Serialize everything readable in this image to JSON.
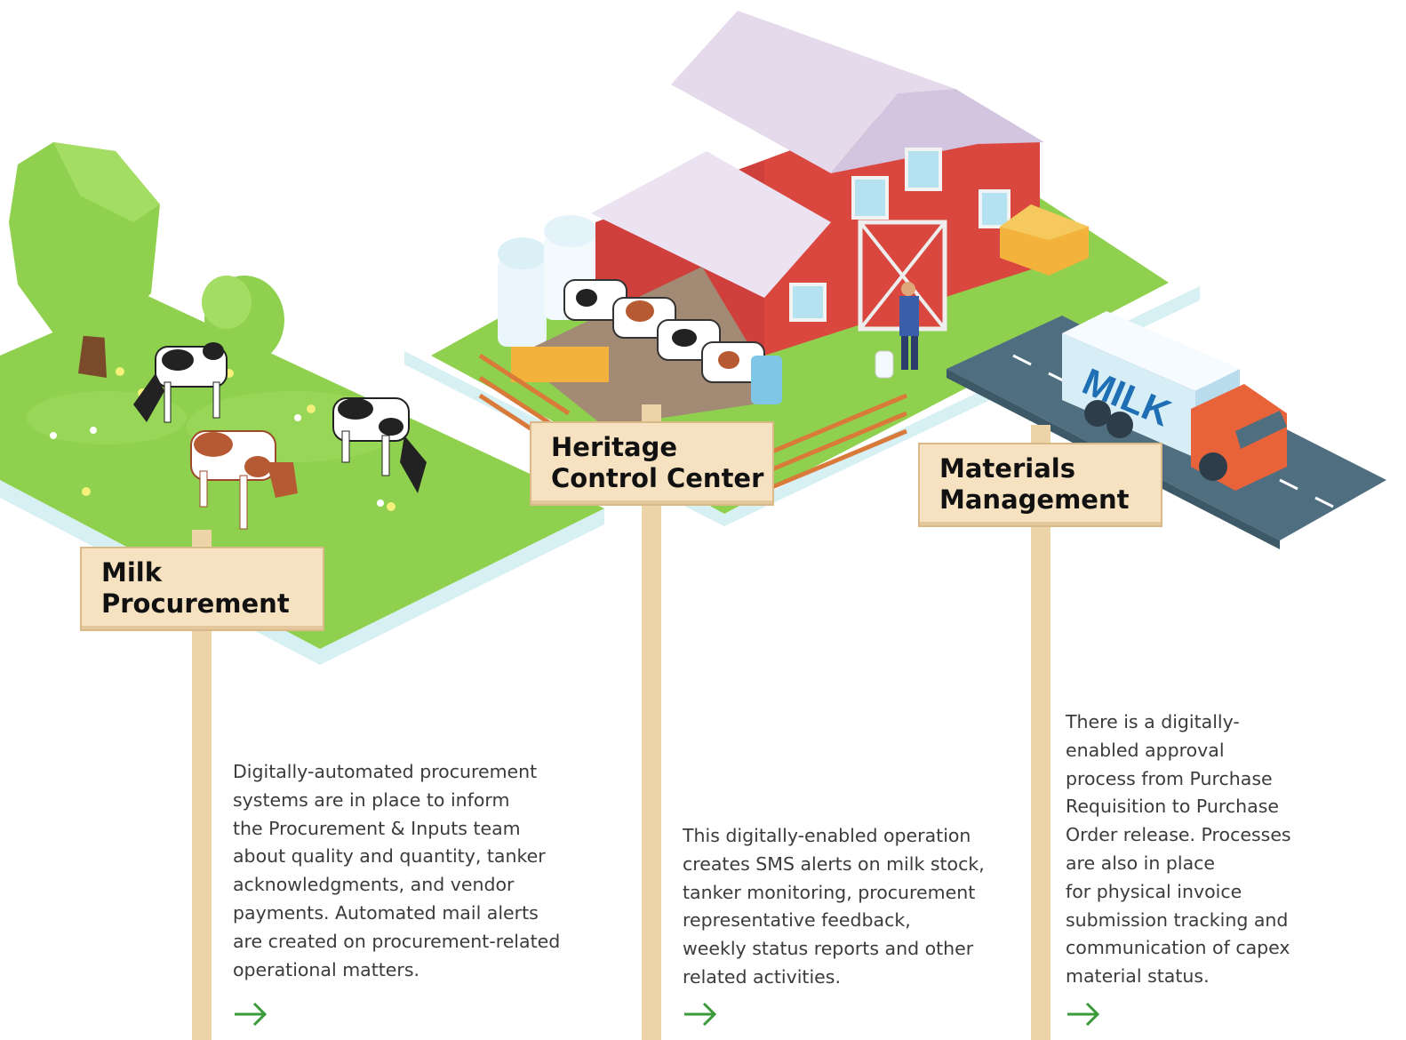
{
  "colors": {
    "grass": "#8fd14f",
    "grass_dark": "#6fba3a",
    "platform_edge": "#d6f0f3",
    "barn_red": "#cf3f3c",
    "roof": "#e5d9ec",
    "sign_bg": "#f6e2c0",
    "post": "#ecd3a8",
    "road": "#4f6f80",
    "truck_cab": "#e8623a",
    "arrow_green": "#3a9a3a",
    "text": "#3b3b3b"
  },
  "truck": {
    "label": "MILK"
  },
  "sections": [
    {
      "id": "milk-procurement",
      "title_lines": [
        "Milk",
        "Procurement"
      ],
      "description_lines": [
        "Digitally-automated procurement",
        "systems are in place to inform",
        "the Procurement & Inputs team",
        "about quality and quantity, tanker",
        "acknowledgments, and vendor",
        "payments. Automated mail alerts",
        "are created on procurement-related",
        "operational matters."
      ],
      "arrow_icon": "arrow-right-icon"
    },
    {
      "id": "heritage-control-center",
      "title_lines": [
        "Heritage",
        "Control Center"
      ],
      "description_lines": [
        "This digitally-enabled operation",
        "creates SMS alerts on milk stock,",
        "tanker monitoring, procurement",
        "representative feedback,",
        "weekly status reports and other",
        "related activities."
      ],
      "arrow_icon": "arrow-right-icon"
    },
    {
      "id": "materials-management",
      "title_lines": [
        "Materials",
        "Management"
      ],
      "description_lines": [
        "There is a digitally-",
        "enabled approval",
        "process from Purchase",
        "Requisition to Purchase",
        "Order release. Processes",
        "are also in place",
        "for physical invoice",
        "submission tracking and",
        "communication of capex",
        "material status."
      ],
      "arrow_icon": "arrow-right-icon"
    }
  ]
}
